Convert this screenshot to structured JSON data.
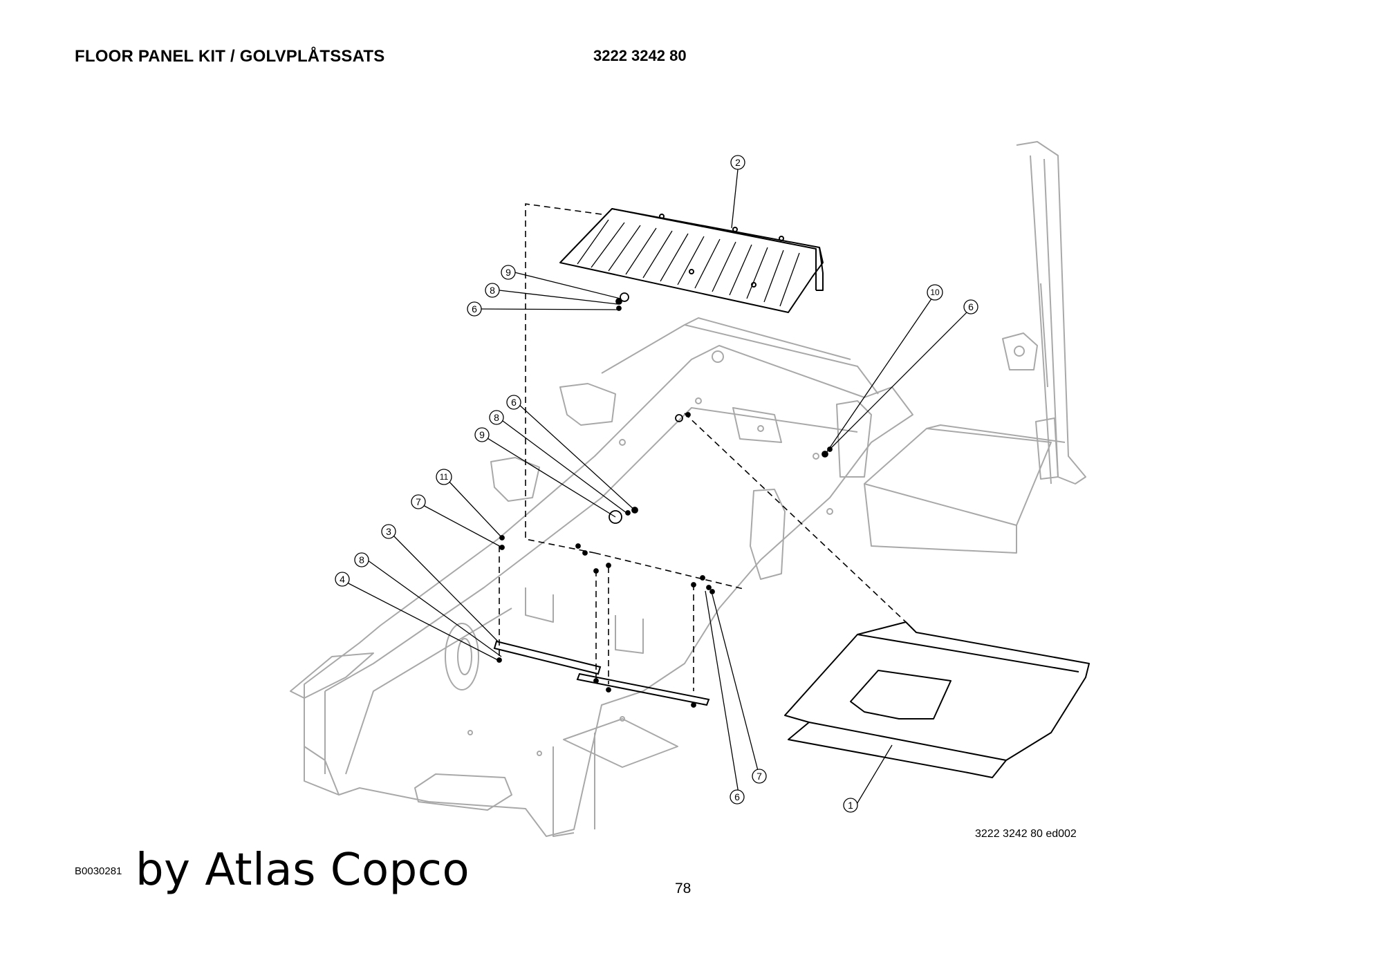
{
  "header": {
    "title": "FLOOR PANEL KIT / GOLVPLÅTSSATS",
    "part_number": "3222 3242 80"
  },
  "drawing": {
    "drawing_number": "3222 3242 80 ed002",
    "callouts": [
      "1",
      "2",
      "3",
      "4",
      "6",
      "6",
      "6",
      "6",
      "7",
      "7",
      "8",
      "8",
      "8",
      "9",
      "9",
      "10",
      "11"
    ]
  },
  "footer": {
    "doc_code": "B0030281",
    "brand": "by Atlas Copco",
    "page_number": "78"
  },
  "colors": {
    "frame_line": "#a8a8a8",
    "part_line": "#000000",
    "background": "#ffffff"
  }
}
